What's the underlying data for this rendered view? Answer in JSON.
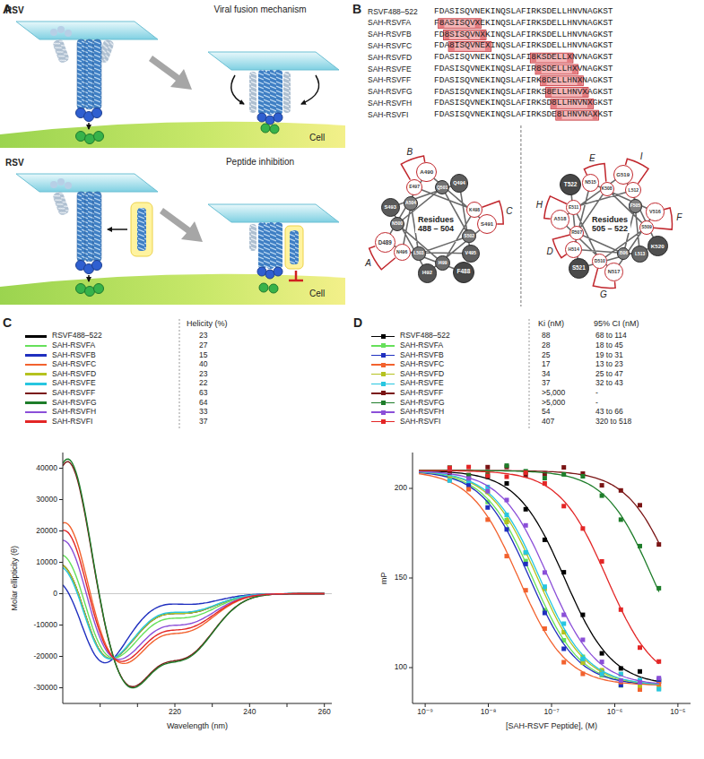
{
  "diagram": {
    "nodes": [
      {
        "text": [
          "F488"
        ]
      },
      {
        "text": [
          "D489"
        ]
      },
      {
        "text": [
          "A490"
        ]
      },
      {
        "text": [
          "S491"
        ]
      },
      {
        "text": [
          "I492"
        ]
      },
      {
        "text": [
          "S493"
        ]
      },
      {
        "text": [
          "Q494"
        ]
      },
      {
        "text": [
          "V495"
        ]
      },
      {
        "text": [
          "N496"
        ]
      },
      {
        "text": [
          "E497"
        ]
      },
      {
        "text": [
          "K498"
        ]
      },
      {
        "text": [
          "I499"
        ]
      },
      {
        "text": [
          "N500"
        ]
      },
      {
        "text": [
          "Q501"
        ]
      },
      {
        "text": [
          "S502"
        ]
      },
      {
        "text": [
          "L503"
        ]
      },
      {
        "text": [
          "A504"
        ]
      },
      {
        "text": [
          "F505"
        ]
      },
      {
        "text": [
          "I506"
        ]
      },
      {
        "text": [
          "R507"
        ]
      },
      {
        "text": [
          "K508"
        ]
      },
      {
        "text": [
          "S509"
        ]
      },
      {
        "text": [
          "D510"
        ]
      },
      {
        "text": [
          "E511"
        ]
      },
      {
        "text": [
          "L512"
        ]
      },
      {
        "text": [
          "L513"
        ]
      },
      {
        "text": [
          "H514"
        ]
      },
      {
        "text": [
          "N515"
        ]
      },
      {
        "text": [
          "V516"
        ]
      },
      {
        "text": [
          "N517"
        ]
      },
      {
        "text": [
          "A518"
        ]
      },
      {
        "text": [
          "G519"
        ]
      },
      {
        "text": [
          "K520"
        ]
      },
      {
        "text": [
          "S521"
        ]
      },
      {
        "text": [
          "T522"
        ]
      }
    ],
    "edges": [
      {
        "from": 1,
        "to": 8,
        "arrow": "none",
        "label": "A"
      },
      {
        "from": 2,
        "to": 9,
        "arrow": "none",
        "label": "B"
      },
      {
        "from": 3,
        "to": 10,
        "arrow": "none",
        "label": "C"
      },
      {
        "from": 19,
        "to": 26,
        "arrow": "none",
        "label": "D"
      },
      {
        "from": 20,
        "to": 27,
        "arrow": "none",
        "label": "E"
      },
      {
        "from": 21,
        "to": 28,
        "arrow": "none",
        "label": "F"
      },
      {
        "from": 22,
        "to": 29,
        "arrow": "none",
        "label": "G"
      },
      {
        "from": 23,
        "to": 30,
        "arrow": "none",
        "label": "H"
      },
      {
        "from": 24,
        "to": 31,
        "arrow": "none",
        "label": "I"
      }
    ],
    "labels": [
      "A",
      "RSV",
      "Viral fusion mechanism",
      "Cell",
      "RSV",
      "Peptide inhibition",
      "Cell",
      "B",
      "RSVF488–522",
      "FDASISQVNEKINQSLAFIRKSDELLHNVNAGKST",
      "SAH-RSVFA",
      "F8ASISQVXEKINQSLAFIRKSDELLHNVNAGKST",
      "SAH-RSVFB",
      "FD8SISQVNXKINQSLAFIRKSDELLHNVNAGKST",
      "SAH-RSVFC",
      "FDA8ISQVNEXINQSLAFIRKSDELLHNVNAGKST",
      "SAH-RSVFD",
      "FDASISQVNEKINQSLAFI8KSDELLXNVNAGKST",
      "SAH-RSVFE",
      "FDASISQVNEKINQSLAFIR8SDELLHXVNAGKST",
      "SAH-RSVFF",
      "FDASISQVNEKINQSLAFIRK8DELLHNXNAGKST",
      "SAH-RSVFG",
      "FDASISQVNEKINQSLAFIRKS8ELLHNVXAGKST",
      "SAH-RSVFH",
      "FDASISQVNEKINQSLAFIRKSD8LLHNVNXGKST",
      "SAH-RSVFI",
      "FDASISQVNEKINQSLAFIRKSDE8LHNVNAXKST",
      "Residues 488 – 504",
      "Residues 505 – 522",
      "C",
      "Helicity (%)",
      "23",
      "27",
      "15",
      "40",
      "23",
      "22",
      "63",
      "64",
      "33",
      "37",
      "40000",
      "30000",
      "20000",
      "10000",
      "0",
      "-10000",
      "-20000",
      "-30000",
      "220",
      "240",
      "260",
      "Molar ellipticity (θ)",
      "Wavelength (nm)",
      "D",
      "Ki (nM)",
      "95% CI (nM)",
      "88",
      "28",
      "25",
      "17",
      "34",
      "37",
      ">5,000",
      ">5,000",
      "54",
      "407",
      "68 to 114",
      "18 to 45",
      "19 to 31",
      "13 to 23",
      "25 to 47",
      "32 to 43",
      "-",
      "-",
      "43 to 66",
      "320 to 518",
      "200",
      "150",
      "100",
      "10⁻⁹",
      "10⁻⁸",
      "10⁻⁷",
      "10⁻⁶",
      "10⁻⁵",
      "mP",
      "[SAH-RSVF Peptide], (M)"
    ],
    "legend": [
      {
        "text": "RSVF488–522",
        "color": "#000000"
      },
      {
        "text": "SAH-RSVFA",
        "color": "#66e05a"
      },
      {
        "text": "SAH-RSVFB",
        "color": "#1f2fbf"
      },
      {
        "text": "SAH-RSVFC",
        "color": "#f2622e"
      },
      {
        "text": "SAH-RSVFD",
        "color": "#b5c21f"
      },
      {
        "text": "SAH-RSVFE",
        "color": "#27c6e0"
      },
      {
        "text": "SAH-RSVFF",
        "color": "#7a1414"
      },
      {
        "text": "SAH-RSVFG",
        "color": "#1e7d2a"
      },
      {
        "text": "SAH-RSVFH",
        "color": "#8b4fd8"
      },
      {
        "text": "SAH-RSVFI",
        "color": "#e32626"
      },
      {
        "text": "RSVF488–522",
        "color": "#000000"
      },
      {
        "text": "SAH-RSVFA",
        "color": "#66e05a"
      },
      {
        "text": "SAH-RSVFB",
        "color": "#1f2fbf"
      },
      {
        "text": "SAH-RSVFC",
        "color": "#f2622e"
      },
      {
        "text": "SAH-RSVFD",
        "color": "#b5c21f"
      },
      {
        "text": "SAH-RSVFE",
        "color": "#27c6e0"
      },
      {
        "text": "SAH-RSVFF",
        "color": "#7a1414"
      },
      {
        "text": "SAH-RSVFG",
        "color": "#1e7d2a"
      },
      {
        "text": "SAH-RSVFH",
        "color": "#8b4fd8"
      },
      {
        "text": "SAH-RSVFI",
        "color": "#e32626"
      }
    ]
  }
}
